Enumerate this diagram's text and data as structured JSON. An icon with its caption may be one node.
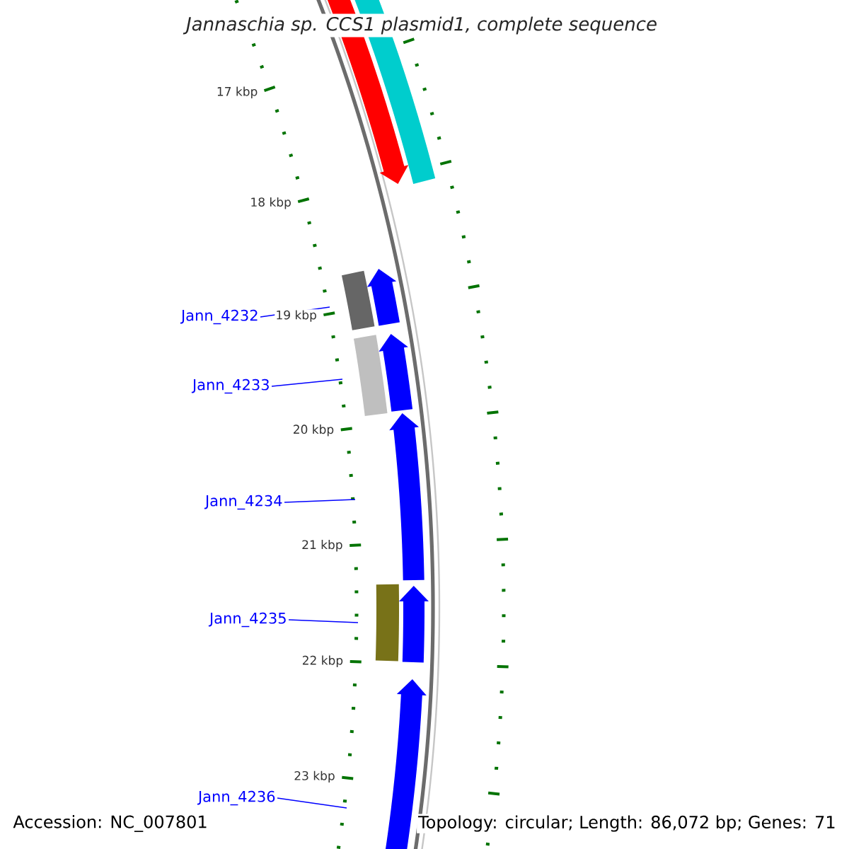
{
  "diagram": {
    "title": "Jannaschia sp. CCS1 plasmid1, complete sequence",
    "nodes": [
      {
        "text": [
          "Jann_4232"
        ]
      },
      {
        "text": [
          "Jann_4233"
        ]
      },
      {
        "text": [
          "Jann_4234"
        ]
      },
      {
        "text": [
          "Jann_4235"
        ]
      },
      {
        "text": [
          "Jann_4236"
        ]
      }
    ],
    "edges": [
      {
        "from": 0,
        "to": null,
        "arrow": "none"
      },
      {
        "from": 1,
        "to": null,
        "arrow": "none"
      },
      {
        "from": 2,
        "to": null,
        "arrow": "none"
      },
      {
        "from": 3,
        "to": null,
        "arrow": "none"
      },
      {
        "from": 4,
        "to": null,
        "arrow": "none"
      }
    ],
    "labels": [
      "17 kbp",
      "18 kbp",
      "19 kbp",
      "20 kbp",
      "21 kbp",
      "22 kbp",
      "23 kbp",
      "Accession: NC_007801",
      "Topology: circular; Length: 86,072 bp; Genes: 71"
    ]
  }
}
